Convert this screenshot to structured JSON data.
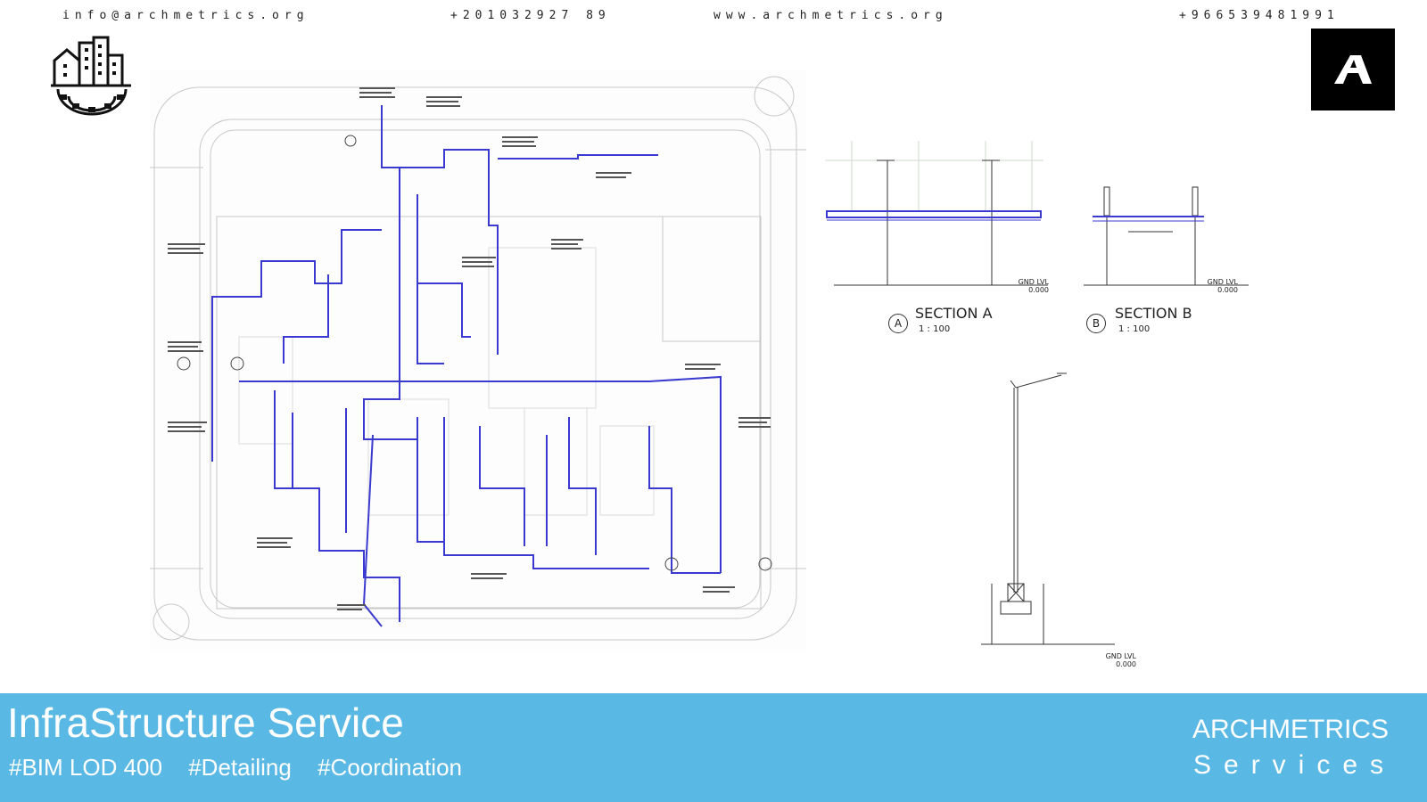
{
  "contacts": {
    "email": "info@archmetrics.org",
    "phone_egypt": "+201032927 89",
    "website": "www.archmetrics.org",
    "phone_saudi": "+966539481991"
  },
  "drawings": {
    "section_a": {
      "marker": "A",
      "title": "SECTION A",
      "scale": "1 : 100",
      "ground_label": "GND LVL",
      "ground_value": "0.000"
    },
    "section_b": {
      "marker": "B",
      "title": "SECTION B",
      "scale": "1 : 100",
      "ground_label": "GND LVL",
      "ground_value": "0.000"
    },
    "pole": {
      "ground_label": "GND LVL",
      "ground_value": "0.000"
    }
  },
  "footer": {
    "title": "InfraStructure Service",
    "tags": [
      "#BIM LOD 400",
      "#Detailing",
      "#Coordination"
    ],
    "brand_name": "ARCHMETRICS",
    "brand_sub": "Services"
  },
  "icons": [
    "city-gear-logo-icon",
    "archmetrics-a-logo-icon"
  ],
  "colors": {
    "footer_bg": "#5ab8e4",
    "duct_line": "#3a3ad0",
    "logo_box": "#000000"
  }
}
